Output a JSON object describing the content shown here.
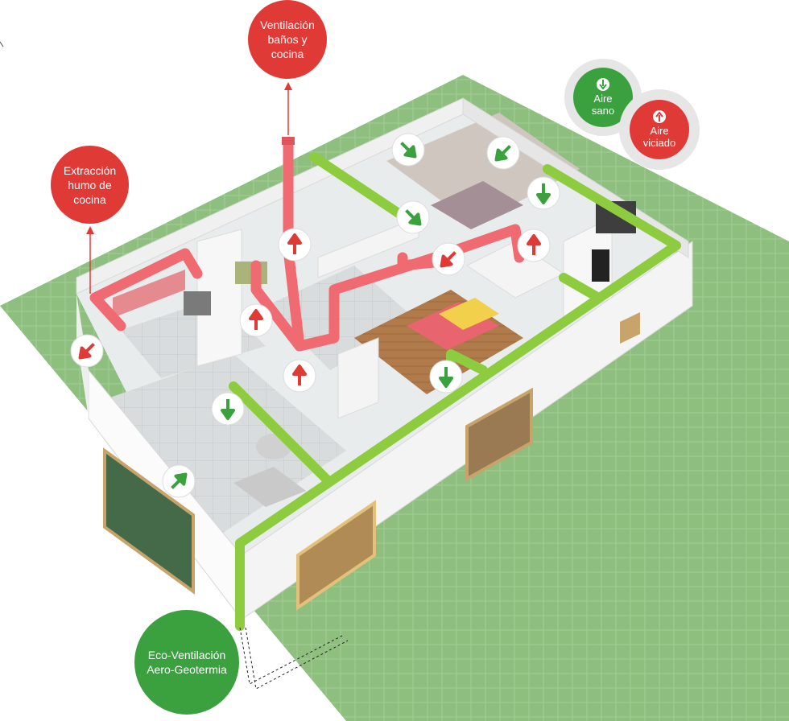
{
  "labels": {
    "ventilacion": "Ventilación\nbaños y\ncocina",
    "extraccion": "Extracción\nhumo de\ncocina",
    "eco": "Eco-Ventilación\nAero-Geotermia"
  },
  "legend": {
    "sano": "Aire\nsano",
    "viciado": "Aire\nviciado"
  },
  "colors": {
    "healthy_air": "#3aa13e",
    "stale_air": "#e03a36",
    "duct_green": "#8ccc3e",
    "duct_red": "#f06a72",
    "lawn": "#8fbf7f"
  },
  "icons": {
    "arrow_up": "arrow-up-icon",
    "arrow_down": "arrow-down-icon",
    "arrow_diagonal": "arrow-diagonal-icon"
  }
}
